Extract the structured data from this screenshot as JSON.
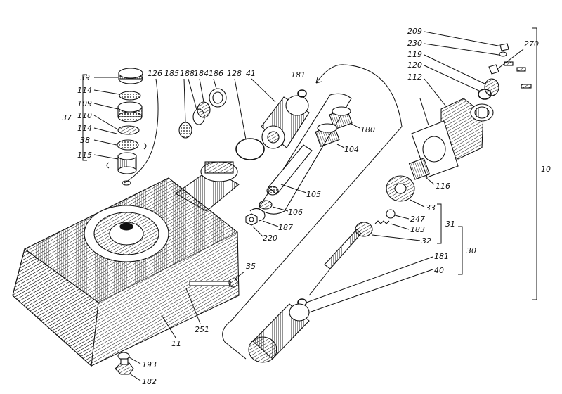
{
  "labels": {
    "l39": "39",
    "l114a": "114",
    "l109": "109",
    "l110": "110",
    "l114b": "114",
    "l38": "38",
    "l115": "115",
    "l37": "37",
    "l126": "126",
    "l185": "185",
    "l188": "188",
    "l184": "184",
    "l186": "186",
    "l128": "128",
    "l41": "41",
    "l181a": "181",
    "l180": "180",
    "l104": "104",
    "l105": "105",
    "l106": "106",
    "l187": "187",
    "l220": "220",
    "l209": "209",
    "l230": "230",
    "l270": "270",
    "l119": "119",
    "l120": "120",
    "l112": "112",
    "l116": "116",
    "l33": "33",
    "l247": "247",
    "l183": "183",
    "l32": "32",
    "l31": "31",
    "l30": "30",
    "l181b": "181",
    "l40": "40",
    "l10": "10",
    "l35": "35",
    "l251": "251",
    "l11": "11",
    "l193": "193",
    "l182": "182"
  },
  "colors": {
    "ink": "#111111",
    "paper": "#ffffff"
  }
}
